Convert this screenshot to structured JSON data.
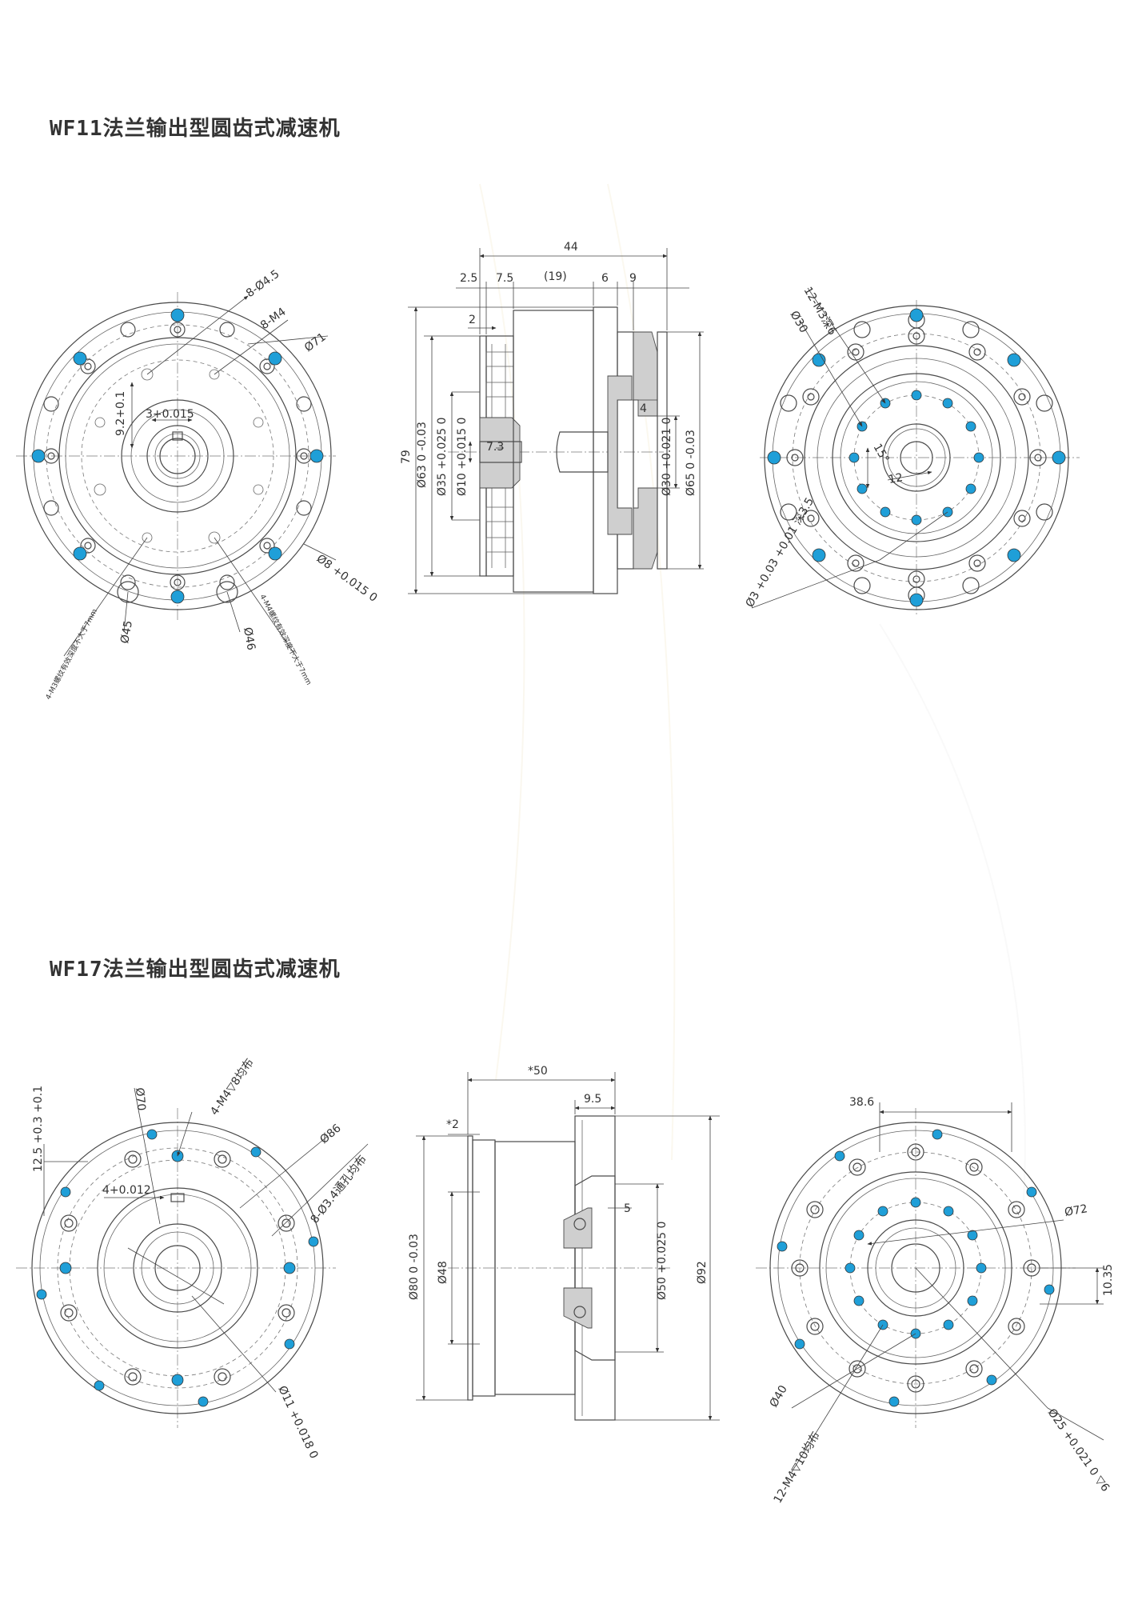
{
  "sections": [
    {
      "title": "WF11法兰输出型圆齿式减速机",
      "front_view": {
        "hole_pattern": "8-Ø4.5",
        "thread": "8-M4",
        "bolt_circle": "Ø71",
        "offset": "9.2+0.1",
        "key_width": "3+0.015",
        "bore": "Ø8 +0.015 0",
        "pcd_inner": "Ø45",
        "pcd_46": "Ø46",
        "note_left": "4-M3螺纹",
        "note_right": "4-M4螺纹",
        "note_suffix": "有效深度不大于7mm"
      },
      "side_view": {
        "overall_length": "44",
        "d1": "2.5",
        "d2": "7.5",
        "d3": "(19)",
        "d4": "6",
        "d5": "9",
        "step": "2",
        "inner": "7.3",
        "depth": "4",
        "height": "79",
        "dia1": "Ø63 0 -0.03",
        "dia2": "Ø35 +0.025 0",
        "dia3": "Ø10 +0.015 0",
        "dia4": "Ø30 +0.021 0",
        "dia5": "Ø65 0 -0.03"
      },
      "rear_view": {
        "thread": "12-M3深6",
        "pcd": "Ø30",
        "angle": "15°",
        "small": "12",
        "pin": "Ø3 +0.03 +0.01 深3.5"
      }
    },
    {
      "title": "WF17法兰输出型圆齿式减速机",
      "front_view": {
        "tol": "12.5 +0.3 +0.1",
        "key_width": "4+0.012",
        "pcd_70": "Ø70",
        "thread": "4-M4▽8均布",
        "dia_86": "Ø86",
        "holes": "8-Ø3.4通孔均布",
        "bore": "Ø11 +0.018 0"
      },
      "side_view": {
        "overall_length": "*50",
        "d1": "9.5",
        "d2": "*2",
        "depth": "5",
        "dia1": "Ø80 0 -0.03",
        "dia2": "Ø48",
        "dia3": "Ø50 +0.025 0",
        "dia4": "Ø92"
      },
      "rear_view": {
        "dist": "38.6",
        "dia_72": "Ø72",
        "offset": "10.35",
        "pcd_40": "Ø40",
        "thread": "12-M4▽10均布",
        "bore": "Ø25 +0.021 0 ▽6"
      }
    }
  ],
  "colors": {
    "hole_fill": "#1f9fd8",
    "line": "#4a4a4a"
  }
}
